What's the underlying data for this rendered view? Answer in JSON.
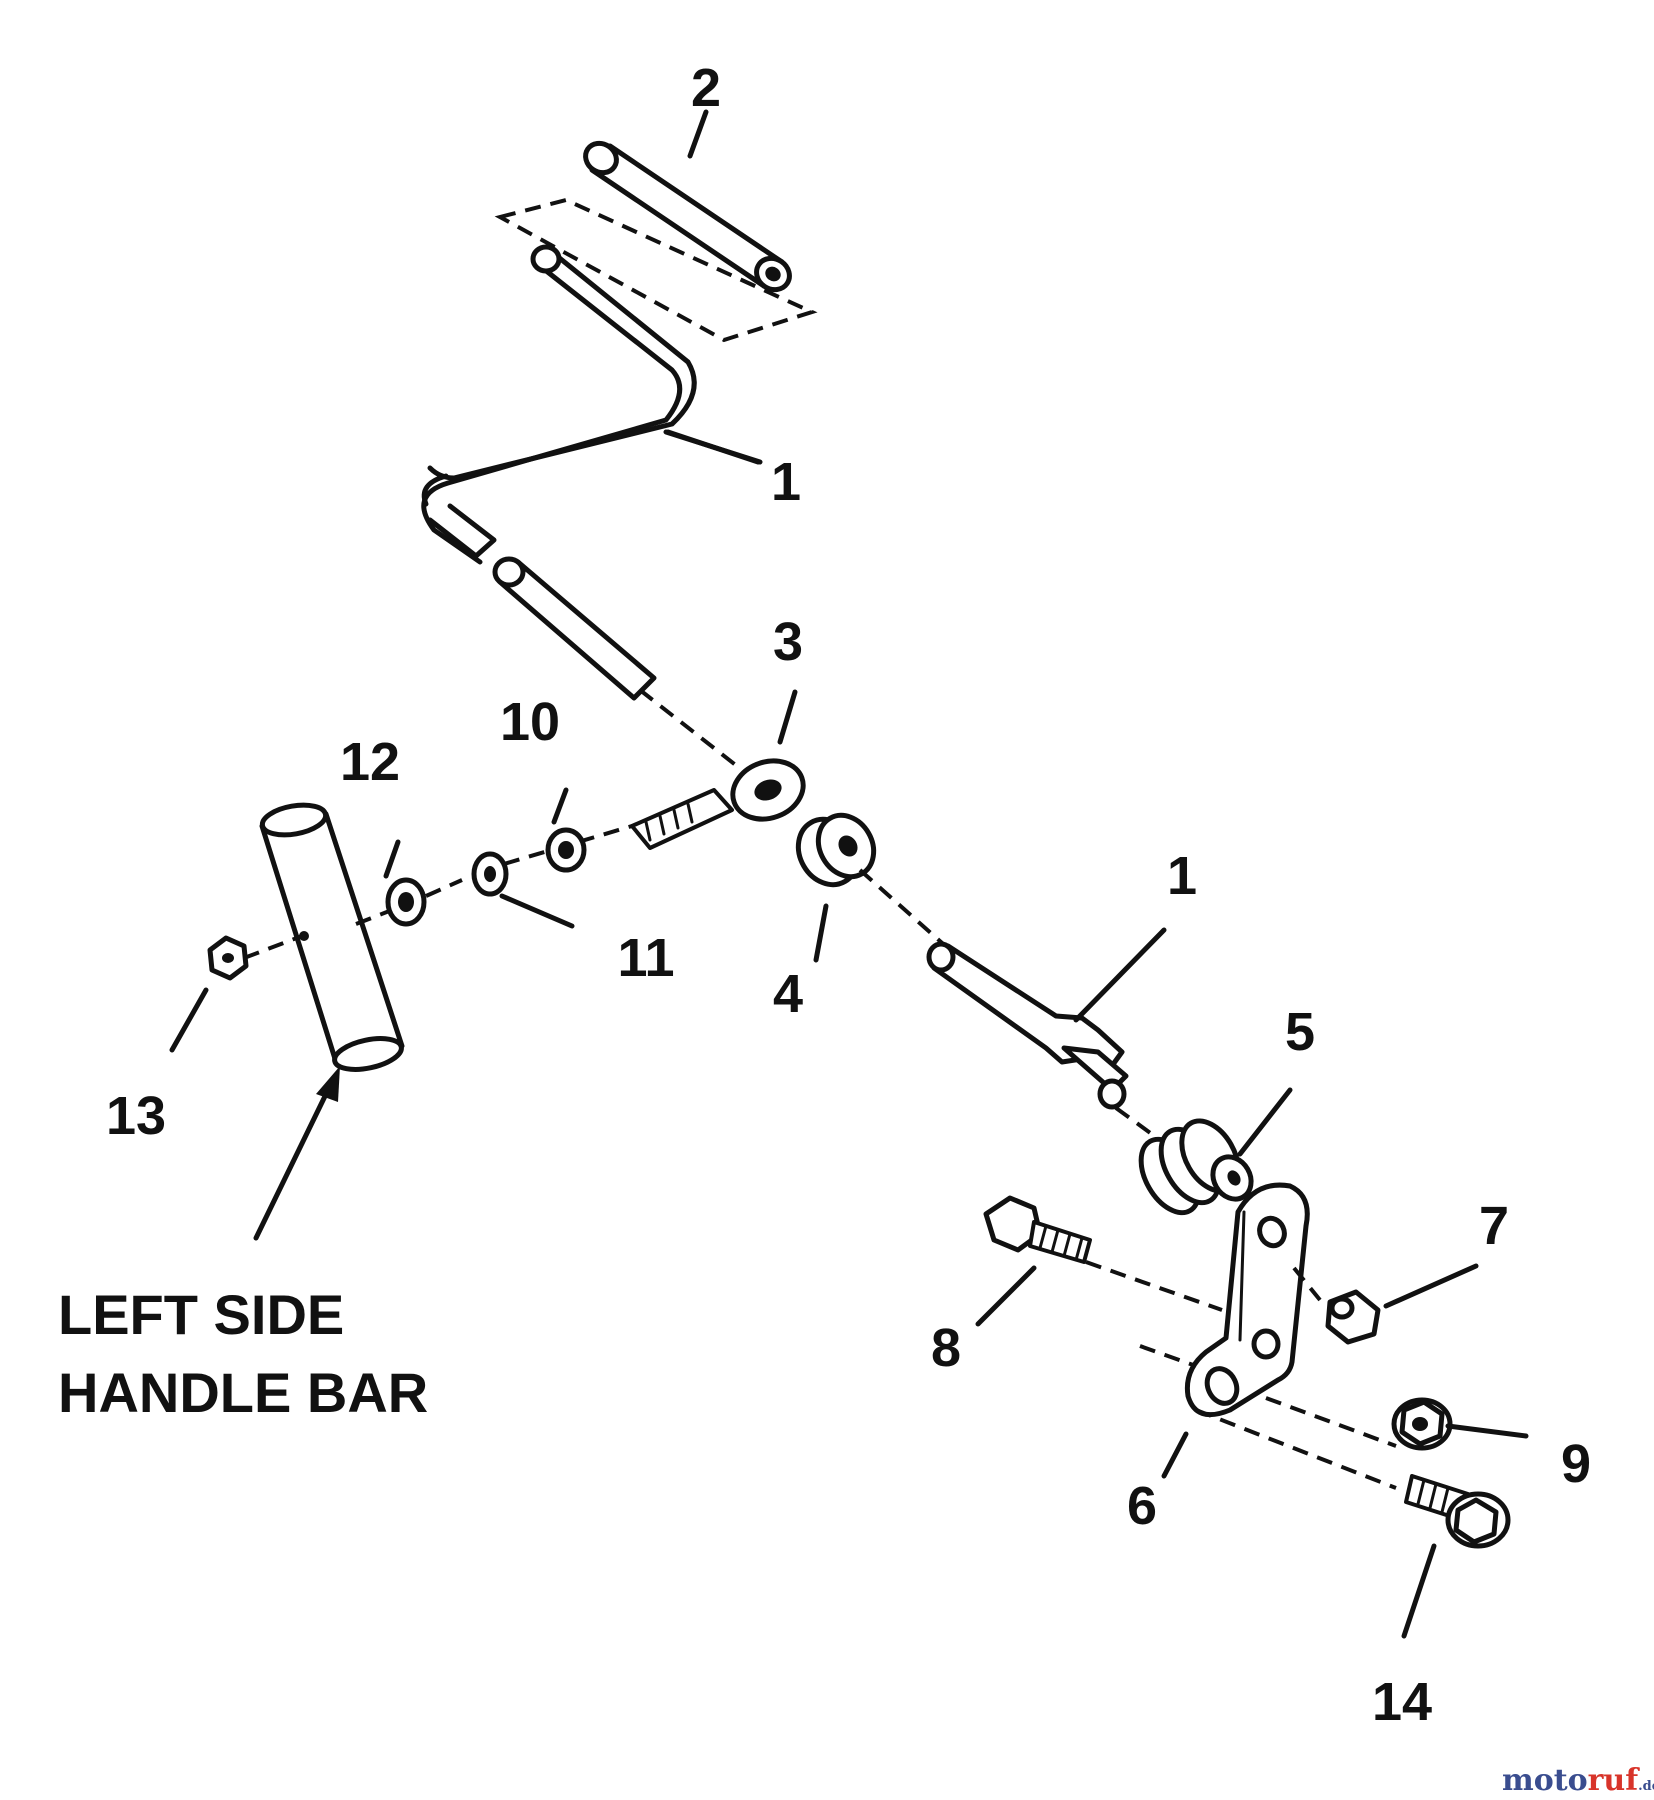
{
  "callouts": {
    "c1a": "1",
    "c1b": "1",
    "c2": "2",
    "c3": "3",
    "c4": "4",
    "c5": "5",
    "c6": "6",
    "c7": "7",
    "c8": "8",
    "c9": "9",
    "c10": "10",
    "c11": "11",
    "c12": "12",
    "c13": "13",
    "c14": "14"
  },
  "side_label": {
    "line1": "LEFT SIDE",
    "line2": "HANDLE BAR"
  },
  "watermark": {
    "brand_a": "moto",
    "brand_b": "ruf",
    "suffix": ".de",
    "color_a": "#3a4d8f",
    "color_b": "#d8342a"
  }
}
